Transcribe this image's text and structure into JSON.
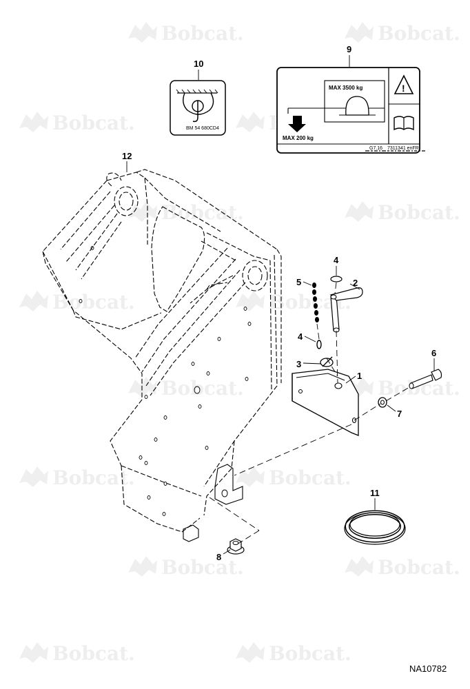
{
  "watermark": {
    "brand": "Bobcat."
  },
  "decals": {
    "load_label": {
      "max_load": "MAX 3500 kg",
      "max_downforce": "MAX 200 kg",
      "edition": "G7.16",
      "part_number": "7311341 enFR"
    },
    "hook_label": {
      "code": "BM 54  680CD4"
    }
  },
  "callouts": {
    "c1": "1",
    "c2": "2",
    "c3": "3",
    "c4a": "4",
    "c4b": "4",
    "c5": "5",
    "c6": "6",
    "c7": "7",
    "c8": "8",
    "c9": "9",
    "c10": "10",
    "c11": "11",
    "c12": "12"
  },
  "drawing_ref": "NA10782",
  "colors": {
    "line": "#000000",
    "watermark": "#eeeeee",
    "background": "#ffffff"
  }
}
